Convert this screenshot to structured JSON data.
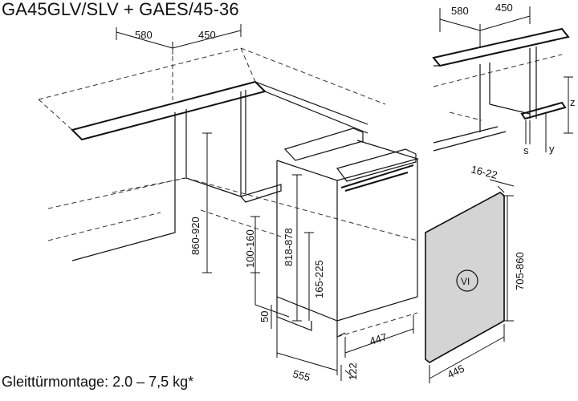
{
  "title": "GA45GLV/SLV + GAES/45-36",
  "caption": "Gleittürmontage: 2.0 – 7,5 kg*",
  "dimensions": {
    "top_depth": "580",
    "top_width": "450",
    "detail_depth": "580",
    "detail_width": "450",
    "detail_z": "z",
    "detail_s": "s",
    "detail_y": "y",
    "niche_height": "860-920",
    "plinth_height": "100-160",
    "appliance_height": "818-878",
    "foot_height": "165-225",
    "plinth_depth": "50",
    "appliance_depth": "555",
    "appliance_width": "447",
    "door_offset": "122",
    "door_thickness": "16-22",
    "door_height": "705-860",
    "door_width": "445",
    "door_label": "VI"
  }
}
